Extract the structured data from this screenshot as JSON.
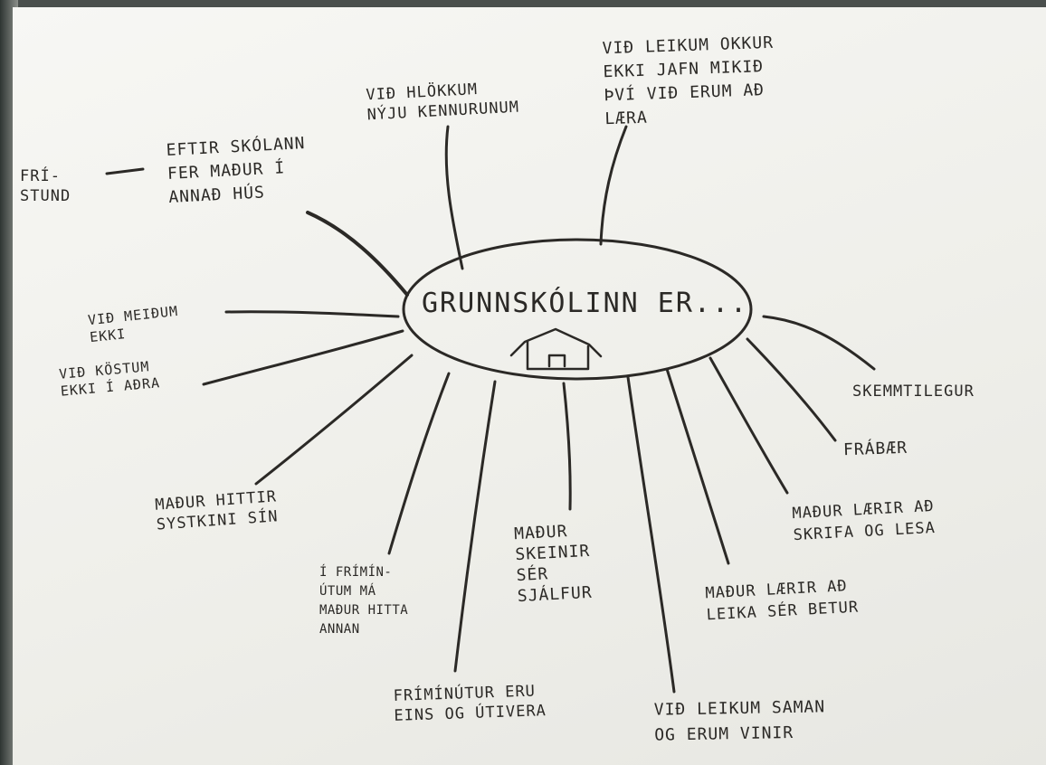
{
  "diagram": {
    "center": "GRUNNSKÓLINN ER...",
    "center_icon": "house-icon",
    "ink_color": "#2b2926",
    "paper_color": "#f3f3ef",
    "branches": [
      {
        "id": "hlokkum",
        "text": "VIÐ HLÖKKUM\nNÝJU KENNURUNUM"
      },
      {
        "id": "leikum-ekki",
        "text": "VIÐ LEIKUM OKKUR\nEKKI JAFN MIKIÐ\nÞVÍ VIÐ ERUM AÐ\nLÆRA"
      },
      {
        "id": "eftir-skolann",
        "text": "EFTIR SKÓLANN\nFER MAÐUR Í\nANNAÐ HÚS"
      },
      {
        "id": "fristund",
        "text": "FRÍ-\nSTUND"
      },
      {
        "id": "meidum",
        "text": "VIÐ MEIÐUM\nEKKI"
      },
      {
        "id": "kostum",
        "text": "VIÐ KÖSTUM\nEKKI Í AÐRA"
      },
      {
        "id": "systkini",
        "text": "MAÐUR HITTIR\nSYSTKINI SÍN"
      },
      {
        "id": "friminutum",
        "text": "Í FRÍMÍN-\nÚTUM MÁ\nMAÐUR HITTA\nANNAN"
      },
      {
        "id": "eins-og-utivera",
        "text": "FRÍMÍNÚTUR ERU\nEINS OG ÚTIVERA"
      },
      {
        "id": "skeinir",
        "text": "MAÐUR\nSKEINIR\nSÉR\nSJÁLFUR"
      },
      {
        "id": "leikum-saman",
        "text": "VIÐ LEIKUM SAMAN\nOG ERUM VINIR"
      },
      {
        "id": "leika-betur",
        "text": "MAÐUR LÆRIR AÐ\nLEIKA SÉR BETUR"
      },
      {
        "id": "skrifa-lesa",
        "text": "MAÐUR LÆRIR AÐ\nSKRIFA OG LESA"
      },
      {
        "id": "frabaer",
        "text": "FRÁBÆR"
      },
      {
        "id": "skemmtilegur",
        "text": "SKEMMTILEGUR"
      }
    ]
  }
}
